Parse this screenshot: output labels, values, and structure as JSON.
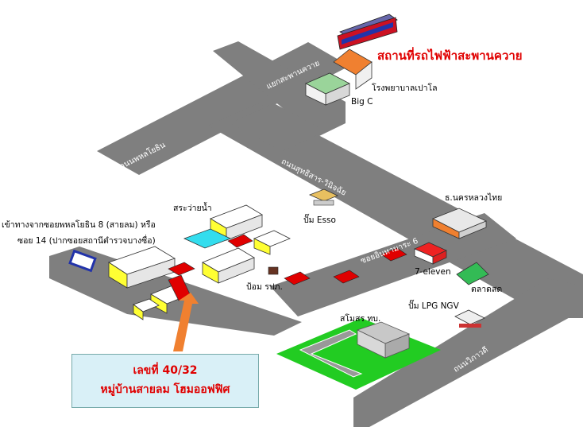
{
  "station_title": "สถานที่รถไฟฟ้าสะพานควาย",
  "landmarks": {
    "hospital": "โรงพยาบาลเปาโล",
    "bigc": "Big C",
    "esso": "ปั๊ม Esso",
    "bank": "ธ.นครหลวงไทย",
    "seven": "7-eleven",
    "market": "ตลาดสด",
    "lpg": "ปั๊ม LPG NGV",
    "club": "สโมสร ทบ.",
    "police": "ป้อม รปภ.",
    "pool": "สระว่ายน้ำ"
  },
  "roads": {
    "junction": "แยกสะพานควาย",
    "phahon": "ถนนพหลโยธิน",
    "sutthisan": "ถนนสุทธิสาร-วินิจฉัย",
    "soi": "ซอยอินทามาระ 6",
    "vibhavadi": "ถนนวิภาวดี"
  },
  "entrance": {
    "line1": "เข้าทางจากซอยพหลโยธิน 8 (สายลม) หรือ",
    "line2": "ซอย 14 (ปากซอยสถานีตำรวจบางซื่อ)"
  },
  "callout": {
    "line1": "เลขที่ 40/32",
    "line2": "หมู่บ้านสายลม โฮมออฟฟิศ"
  },
  "colors": {
    "road": "#7f7f7f",
    "highlight": "#e00000",
    "pool": "#33ddee",
    "field": "#22cc22",
    "callout_bg": "#d9f0f7",
    "arrow": "#f08030"
  }
}
